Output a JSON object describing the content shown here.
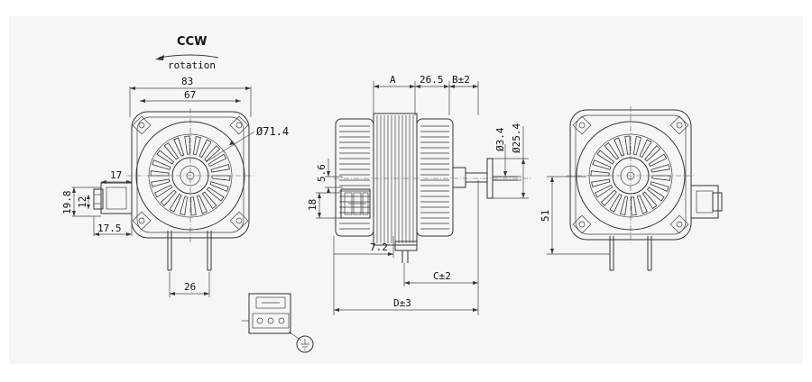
{
  "rotation": {
    "direction": "CCW",
    "label": "rotation"
  },
  "front_view": {
    "width_outer": "83",
    "width_inner": "67",
    "diameter": "Ø71.4",
    "terminal_offset": "17",
    "terminal_height": "19.8",
    "terminal_inner": "12",
    "terminal_depth": "17.5",
    "leg_spacing": "26"
  },
  "side_view": {
    "dim_a": "A",
    "dim_265": "26.5",
    "dim_b": "B±2",
    "shaft_diameter": "Ø3.4",
    "hub_diameter": "Ø25.4",
    "dim_56": "5.6",
    "dim_18": "18",
    "dim_72": "7.2",
    "dim_c": "C±2",
    "dim_d": "D±3"
  },
  "rear_view": {
    "height": "51"
  },
  "colors": {
    "line": "#333333",
    "background": "#f6f6f9"
  }
}
